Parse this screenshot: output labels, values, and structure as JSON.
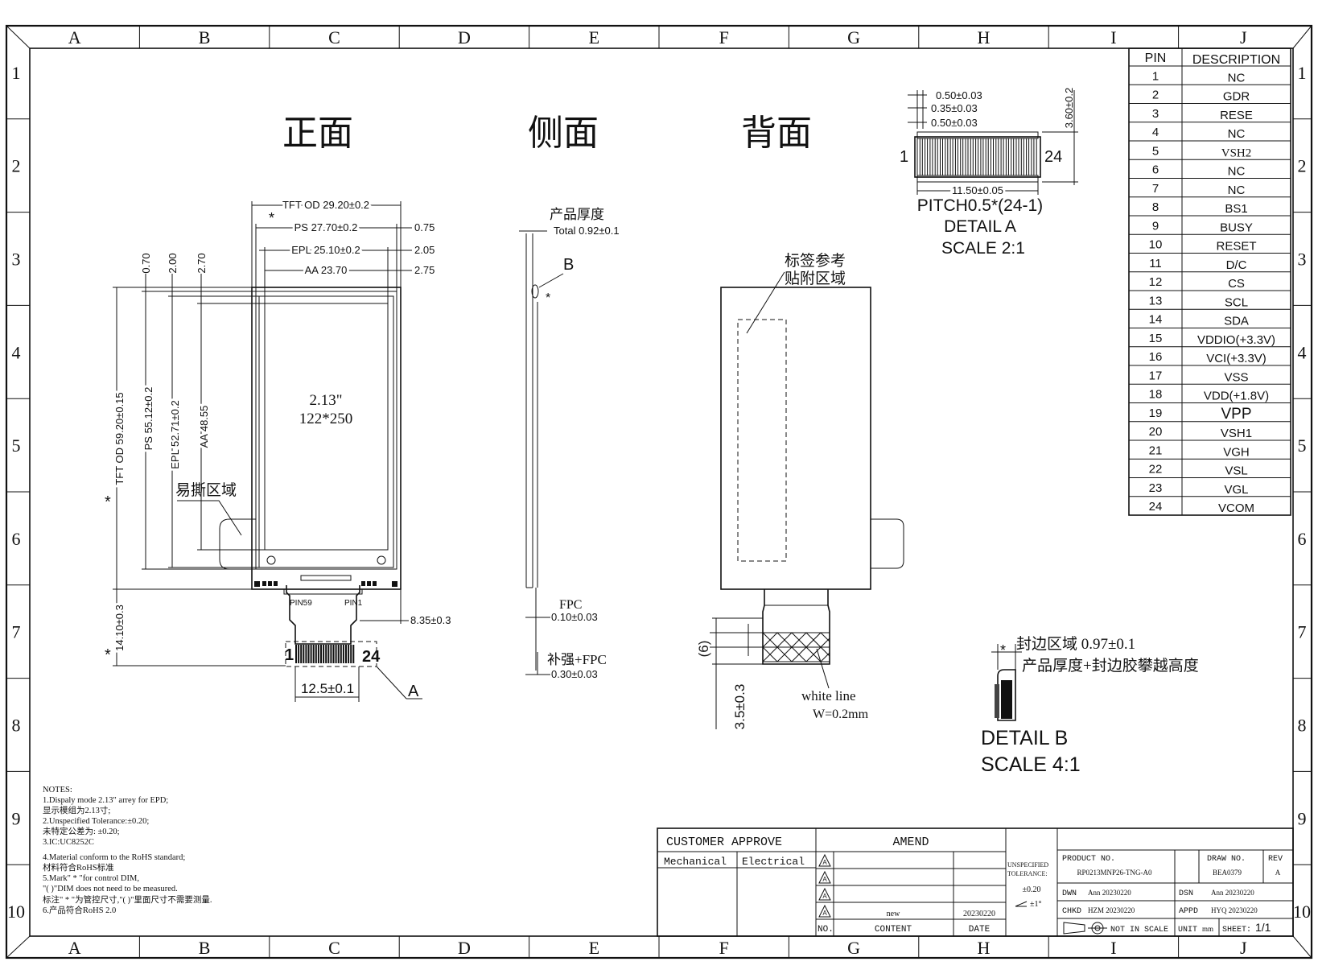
{
  "border": {
    "cols": [
      "A",
      "B",
      "C",
      "D",
      "E",
      "F",
      "G",
      "H",
      "I",
      "J"
    ],
    "rows": [
      "1",
      "2",
      "3",
      "4",
      "5",
      "6",
      "7",
      "8",
      "9",
      "10"
    ]
  },
  "views": {
    "front": "正面",
    "side": "侧面",
    "back": "背面"
  },
  "front": {
    "tft_od_w": "TFT OD 29.20±0.2",
    "ps_w": "PS  27.70±0.2",
    "epl_w": "EPL 25.10±0.2",
    "aa_w": "AA 23.70",
    "off_075": "0.75",
    "off_205": "2.05",
    "off_275": "2.75",
    "v_070": "0.70",
    "v_200": "2.00",
    "v_270": "2.70",
    "tft_od_h": "TFT OD 59.20±0.15",
    "ps_h": "PS  55.12±0.2",
    "epl_h": "EPL 52.71±0.2",
    "aa_h": "AA 48.55",
    "size": "2.13\"",
    "resolution": "122*250",
    "tear_zone": "易撕区域",
    "pin59": "PIN59",
    "pin1": "PIN1",
    "fpc_offset": "8.35±0.3",
    "fpc_len": "14.10±0.3",
    "fpc_w": "12.5±0.1",
    "pin_first": "1",
    "pin_last": "24",
    "callout_a": "A",
    "star": "*"
  },
  "side": {
    "thickness_label": "产品厚度",
    "total": "Total 0.92±0.1",
    "callout_b": "B",
    "fpc": "FPC",
    "fpc_t": "0.10±0.03",
    "stiffener": "补强+FPC",
    "stiffener_t": "0.30±0.03"
  },
  "back": {
    "label_area_1": "标签参考",
    "label_area_2": "贴附区域",
    "dim_6": "(6)",
    "dim_35": "3.5±0.3",
    "white_line": "white line",
    "white_w": "W=0.2mm"
  },
  "detail_a": {
    "d1": "0.50±0.03",
    "d2": "0.35±0.03",
    "d3": "0.50±0.03",
    "h": "3.60±0.2",
    "w": "11.50±0.05",
    "pin_first": "1",
    "pin_last": "24",
    "pitch": "PITCH0.5*(24-1)",
    "title": "DETAIL A",
    "scale": "SCALE 2:1"
  },
  "detail_b": {
    "seal": "封边区域 0.97±0.1",
    "note": "产品厚度+封边胶攀越高度",
    "title": "DETAIL B",
    "scale": "SCALE 4:1"
  },
  "pin_table": {
    "headers": [
      "PIN",
      "DESCRIPTION"
    ],
    "rows": [
      [
        "1",
        "NC"
      ],
      [
        "2",
        "GDR"
      ],
      [
        "3",
        "RESE"
      ],
      [
        "4",
        "NC"
      ],
      [
        "5",
        "VSH2"
      ],
      [
        "6",
        "NC"
      ],
      [
        "7",
        "NC"
      ],
      [
        "8",
        "BS1"
      ],
      [
        "9",
        "BUSY"
      ],
      [
        "10",
        "RESET"
      ],
      [
        "11",
        "D/C"
      ],
      [
        "12",
        "CS"
      ],
      [
        "13",
        "SCL"
      ],
      [
        "14",
        "SDA"
      ],
      [
        "15",
        "VDDIO(+3.3V)"
      ],
      [
        "16",
        "VCI(+3.3V)"
      ],
      [
        "17",
        "VSS"
      ],
      [
        "18",
        "VDD(+1.8V)"
      ],
      [
        "19",
        "VPP"
      ],
      [
        "20",
        "VSH1"
      ],
      [
        "21",
        "VGH"
      ],
      [
        "22",
        "VSL"
      ],
      [
        "23",
        "VGL"
      ],
      [
        "24",
        "VCOM"
      ]
    ]
  },
  "notes": [
    "NOTES:",
    "1.Dispaly mode 2.13\" arrey for EPD;",
    "  显示模组为2.13寸;",
    "2.Unspecified Tolerance:±0.20;",
    "  未特定公差为: ±0.20;",
    "3.IC:UC8252C",
    "4.Material conform to the RoHS standard;",
    "  材料符合RoHS标准",
    "5.Mark\" * \"for control DIM,",
    " \"( )\"DIM does not need to be measured.",
    "  标注\" * \"为管控尺寸,\"( )\"里面尺寸不需要测量.",
    "6.产品符合RoHS 2.0"
  ],
  "title_block": {
    "customer_approve": "CUSTOMER APPROVE",
    "mechanical": "Mechanical",
    "electrical": "Electrical",
    "amend": "AMEND",
    "rev_mark": "A",
    "amend_content": "new",
    "amend_date": "20230220",
    "no": "NO.",
    "content": "CONTENT",
    "date": "DATE",
    "unspecified": "UNSPECIFIED",
    "tolerance": "TOLERANCE:",
    "tol_value": "±0.20",
    "angle": "±1°",
    "product_no_label": "PRODUCT NO.",
    "product_no": "RP0213MNP26-TNG-A0",
    "draw_no_label": "DRAW NO.",
    "draw_no": "BEA0379",
    "rev_label": "REV",
    "rev": "A",
    "dwn_label": "DWN",
    "dwn": "Ann 20230220",
    "dsn_label": "DSN",
    "dsn": "Ann 20230220",
    "chkd_label": "CHKD",
    "chkd": "HZM 20230220",
    "appd_label": "APPD",
    "appd": "HYQ 20230220",
    "not_in_scale": "NOT IN SCALE",
    "unit_label": "UNIT",
    "unit": "mm",
    "sheet_label": "SHEET:",
    "sheet": "1/1"
  }
}
